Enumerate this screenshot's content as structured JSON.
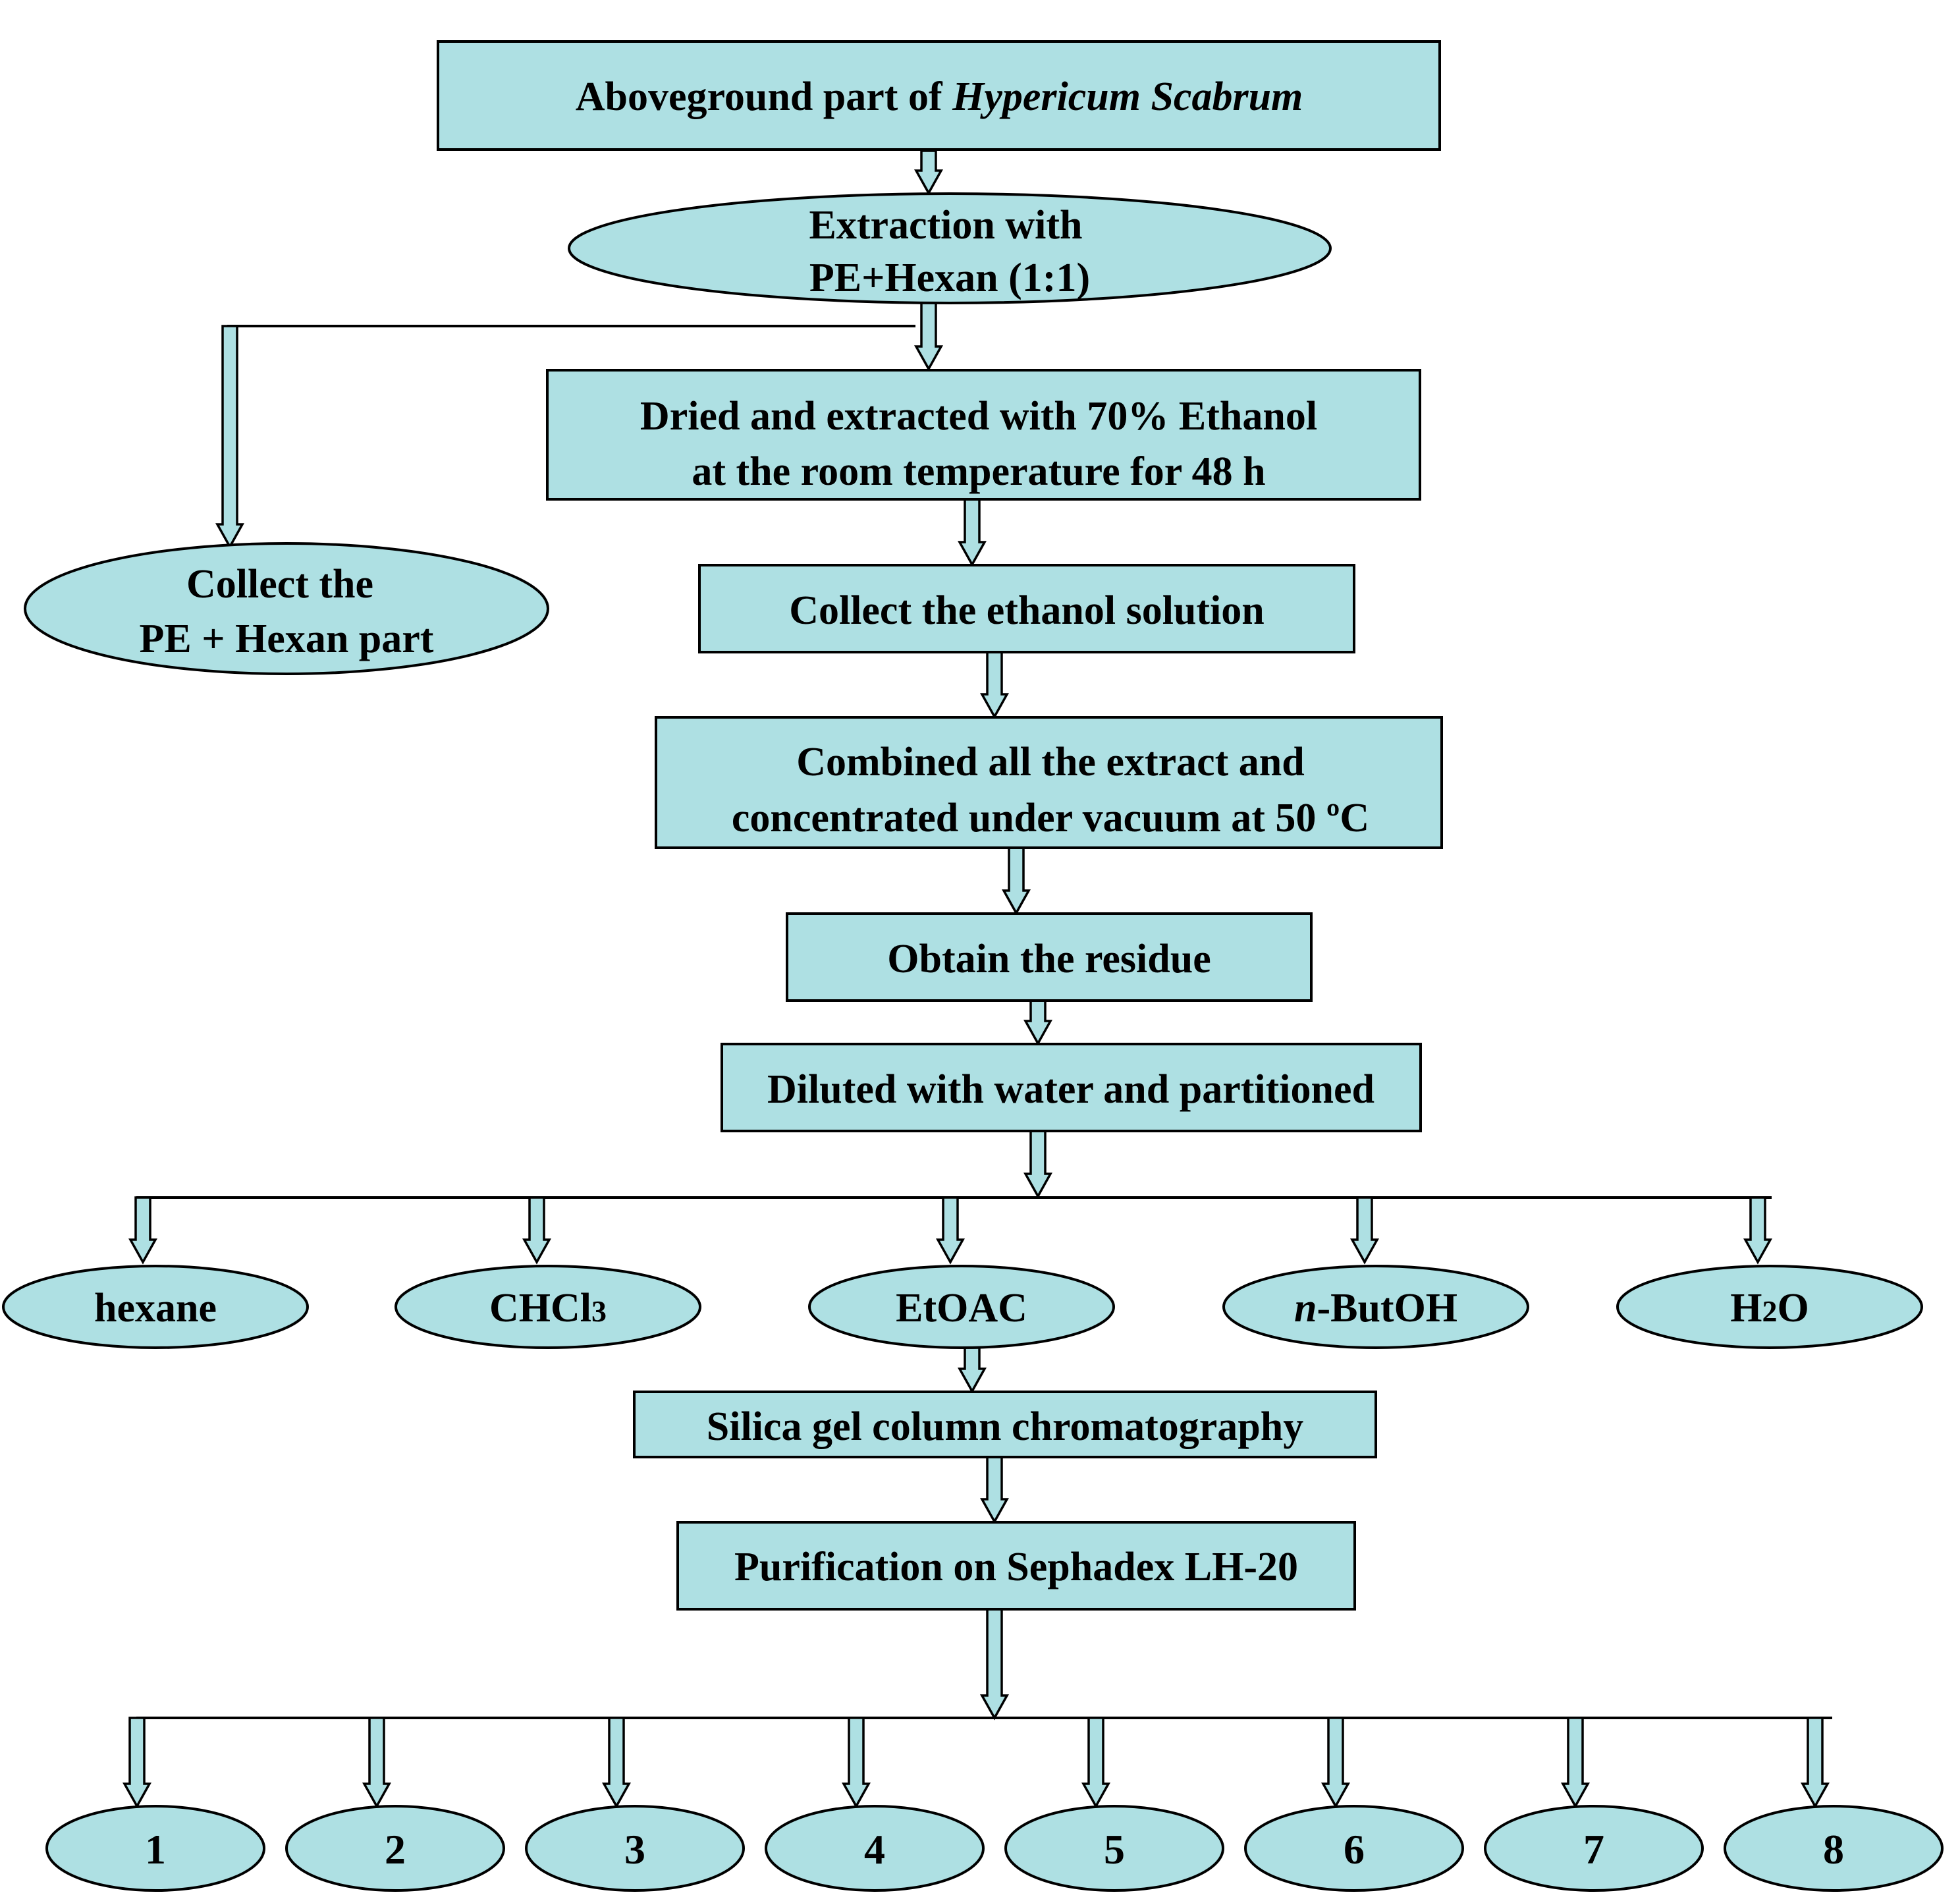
{
  "nodes": {
    "aboveground": {
      "prefix": "Aboveground part of ",
      "italic": "Hypericum Scabrum"
    },
    "extraction": {
      "line1": "Extraction with",
      "line2": "PE+Hexan (1:1)"
    },
    "dried": {
      "line1": "Dried and extracted with 70% Ethanol",
      "line2": "at the room temperature for 48 h"
    },
    "collect_pe": {
      "line1": "Collect the",
      "line2": "PE + Hexan part"
    },
    "collect_ethanol": {
      "label": "Collect the ethanol solution"
    },
    "combined": {
      "line1": "Combined all the extract and",
      "line2": "concentrated under vacuum at 50 ºC"
    },
    "residue": {
      "label": "Obtain the residue"
    },
    "diluted": {
      "label": "Diluted with water and partitioned"
    },
    "fractions": {
      "hexane": "hexane",
      "chcl3": {
        "base": "CHCl",
        "sub": "3"
      },
      "etoac": "EtOAC",
      "butoh": {
        "italic": "n",
        "rest": "-ButOH"
      },
      "water": {
        "base": "H",
        "sub": "2",
        "rest": "O"
      }
    },
    "silica": {
      "label": "Silica gel column chromatography"
    },
    "sephadex": {
      "label": "Purification on Sephadex LH-20"
    },
    "compounds": [
      "1",
      "2",
      "3",
      "4",
      "5",
      "6",
      "7",
      "8"
    ]
  },
  "colors": {
    "fill": "#aee0e3",
    "stroke": "#000000"
  }
}
